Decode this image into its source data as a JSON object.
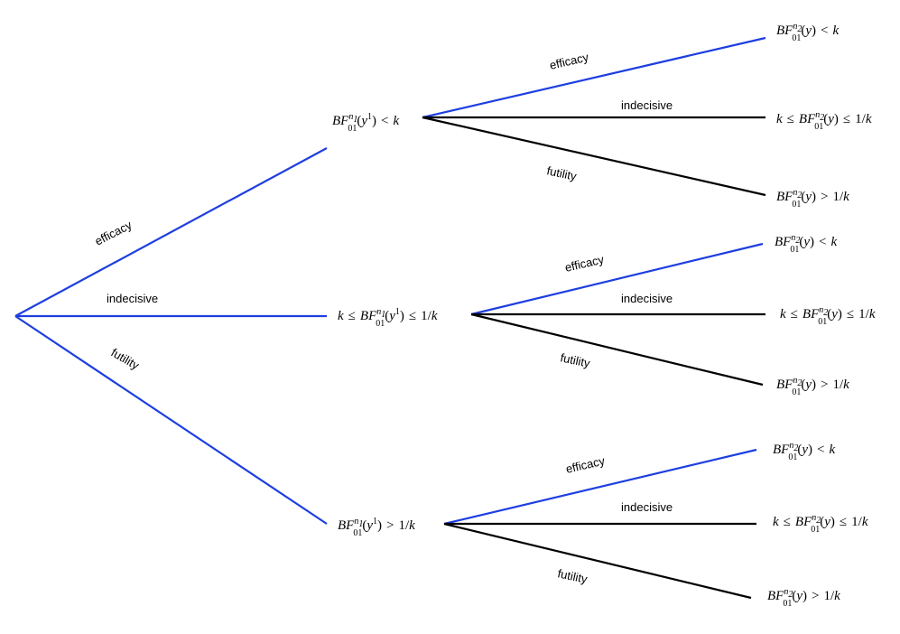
{
  "edge_labels": {
    "efficacy": "efficacy",
    "indecisive": "indecisive",
    "futility": "futility"
  },
  "math": {
    "bf": "BF",
    "sub01": "01",
    "n1": "n",
    "n1_sub": "1",
    "n2": "n",
    "n2_sub": "2",
    "y": "y",
    "sup1": "1",
    "k": "k",
    "lt": "<",
    "gt": ">",
    "le": "≤",
    "one_over": "1/",
    "open": "(",
    "close": ")"
  },
  "colors": {
    "efficacy_branch": "#1e3fe0",
    "first_stage_branch": "#1e3fe0",
    "other_branch": "#000000"
  }
}
